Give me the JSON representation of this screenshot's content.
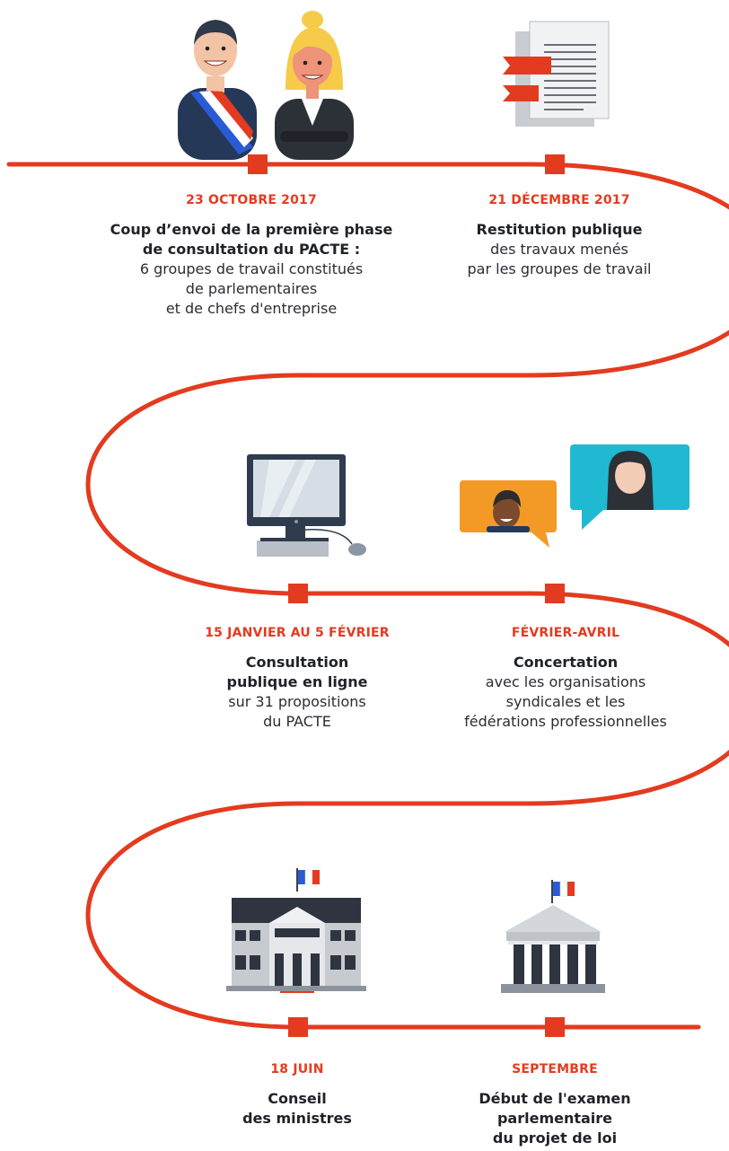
{
  "timeline": {
    "accent_color": "#e33b1f",
    "steps": [
      {
        "date": "23 OCTOBRE 2017",
        "title": "Coup d’envoi de la première phase\nde consultation du PACTE :",
        "desc": "6 groupes de travail constitués\nde parlementaires\net de chefs d'entreprise",
        "icon": "elected-officials-icon"
      },
      {
        "date": "21 DÉCEMBRE 2017",
        "title": "Restitution publique",
        "desc": "des travaux menés\npar les groupes de travail",
        "icon": "report-document-icon"
      },
      {
        "date": "15 JANVIER AU 5 FÉVRIER",
        "title": "Consultation\npublique en ligne",
        "desc": "sur 31 propositions\ndu PACTE",
        "icon": "desktop-computer-icon"
      },
      {
        "date": "FÉVRIER-AVRIL",
        "title": "Concertation",
        "desc": "avec les organisations\nsyndicales et les\nfédérations professionnelles",
        "icon": "chat-bubbles-icon"
      },
      {
        "date": "18 JUIN",
        "title": "Conseil\ndes ministres",
        "desc": "",
        "icon": "government-building-icon"
      },
      {
        "date": "SEPTEMBRE",
        "title": "Début de l'examen\nparlementaire\ndu projet de loi",
        "desc": "",
        "icon": "parliament-building-icon"
      }
    ]
  }
}
